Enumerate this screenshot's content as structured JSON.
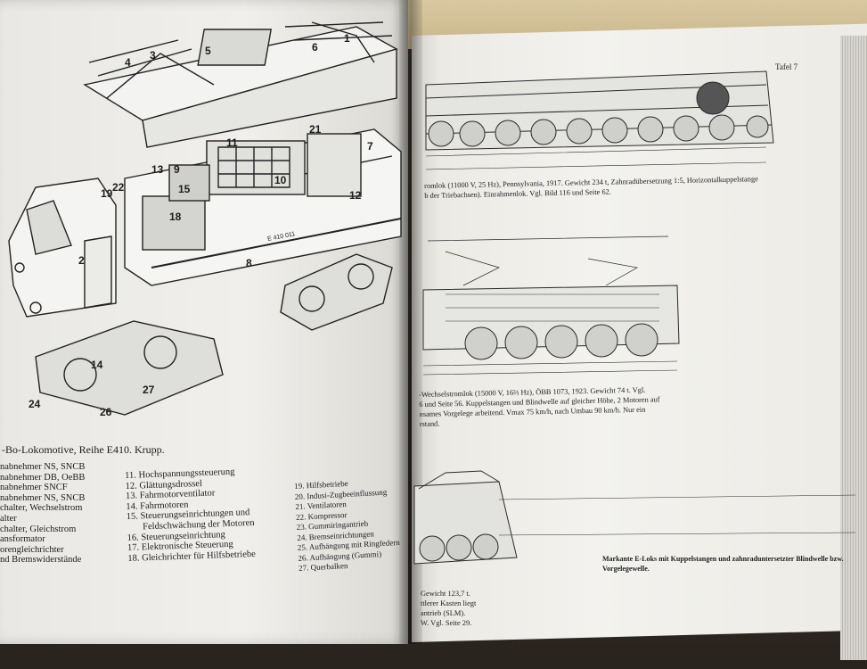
{
  "right_page": {
    "plate": "Tafel 7",
    "caption_top": [
      "romlok (11000 V, 25 Hz), Pennsylvania, 1917. Gewicht 234 t, Zahnradübersetzung 1:5, Horizontalkuppelstange",
      "b der Triebachsen). Einrahmenlok. Vgl. Bild 116 und Seite 62."
    ],
    "caption_mid": [
      "-Wechselstromlok (15000 V, 16⅔ Hz), ÖBB 1073, 1923. Gewicht 74 t. Vgl.",
      "6 und Seite 56. Kuppelstangen und Blindwelle auf gleicher Höhe, 2 Motoren auf",
      "nsames Vorgelege arbeitend. Vmax 75 km/h, nach Umbau 90 km/h. Nur ein",
      "rstand."
    ],
    "caption_bottom": [
      "Gewicht 123,7 t.",
      "ttlerer Kasten liegt",
      "antrieb (SLM).",
      "W. Vgl. Seite 29."
    ],
    "side_caption": [
      "Markante E-Loks mit Kuppelstangen und zahnraduntersetzter Blindwelle bzw.",
      "Vorgelegewelle."
    ]
  },
  "left_page": {
    "caption": "-Bo-Lokomotive, Reihe E410. Krupp.",
    "legend_col1": [
      "nabnehmer NS, SNCB",
      "nabnehmer DB, OeBB",
      "nabnehmer SNCF",
      "nabnehmer NS, SNCB",
      "chalter, Wechselstrom",
      "alter",
      "chalter, Gleichstrom",
      "ansformator",
      "orengleichrichter",
      "nd Bremswiderstände"
    ],
    "legend_col2": [
      "11. Hochspannungssteuerung",
      "12. Glättungsdrossel",
      "13. Fahrmotorventilator",
      "14. Fahrmotoren",
      "15. Steuerungseinrichtungen und",
      "Feldschwächung der Motoren",
      "16. Steuerungseinrichtung",
      "17. Elektronische Steuerung",
      "18. Gleichrichter für Hilfsbetriebe"
    ],
    "legend_col3": [
      "19. Hilfsbetriebe",
      "20. Indusi-Zugbeeinflussung",
      "21. Ventilatoren",
      "22. Kompressor",
      "23. Gummiringantrieb",
      "24. Bremseinrichtungen",
      "25. Aufhängung mit Ringfedern",
      "26. Aufhängung (Gummi)",
      "27. Querbalken"
    ],
    "callouts": [
      "1",
      "2",
      "3",
      "4",
      "5",
      "6",
      "7",
      "8",
      "9",
      "10",
      "11",
      "12",
      "13",
      "14",
      "15",
      "18",
      "19",
      "21",
      "22",
      "24",
      "26",
      "27"
    ],
    "loco_number": "E 410 011"
  }
}
